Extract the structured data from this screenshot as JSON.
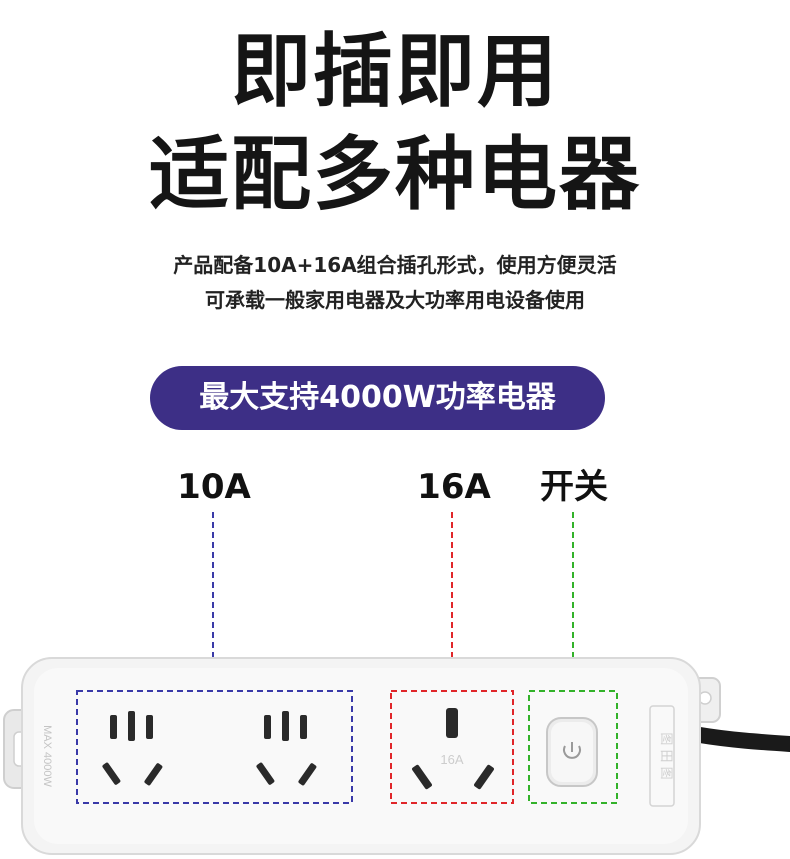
{
  "headline": {
    "line1": "即插即用",
    "line2": "适配多种电器"
  },
  "description": {
    "line1": "产品配备10A+16A组合插孔形式，使用方便灵活",
    "line2": "可承载一般家用电器及大功率用电设备使用"
  },
  "badge": {
    "text": "最大支持4000W功率电器",
    "color": "#3d2f86"
  },
  "callouts": {
    "outlet_10a": {
      "label": "10A",
      "color": "#3a3aa8"
    },
    "outlet_16a": {
      "label": "16A",
      "color": "#e0262a"
    },
    "switch": {
      "label": "开关",
      "color": "#33b22a"
    }
  },
  "product": {
    "socket_mark": "16A",
    "side_text": "MAX 4000W",
    "brand_mark": "图 田 图",
    "switch_icon": "power-icon"
  }
}
